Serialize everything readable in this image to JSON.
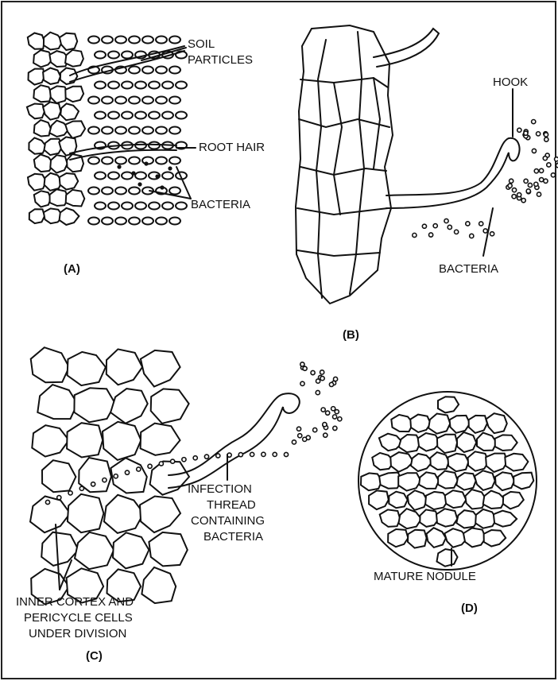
{
  "panels": {
    "a": {
      "tag": "(A)",
      "labels": [
        "SOIL",
        "PARTICLES",
        "ROOT HAIR",
        "BACTERIA"
      ]
    },
    "b": {
      "tag": "(B)",
      "labels": [
        "HOOK",
        "BACTERIA"
      ]
    },
    "c": {
      "tag": "(C)",
      "labels": [
        "INFECTION",
        "THREAD",
        "CONTAINING",
        "BACTERIA",
        "INNER CORTEX AND",
        "PERICYCLE CELLS",
        "UNDER DIVISION"
      ]
    },
    "d": {
      "tag": "(D)",
      "labels": [
        "MATURE NODULE"
      ]
    }
  }
}
